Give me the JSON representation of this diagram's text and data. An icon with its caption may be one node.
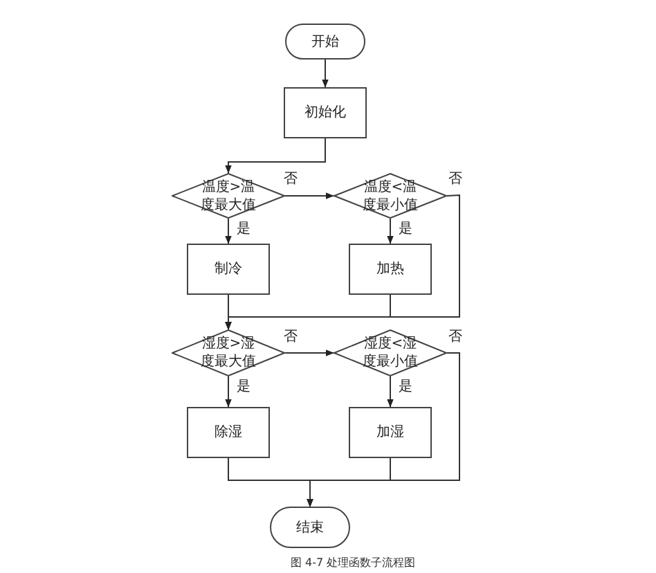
{
  "diagram": {
    "caption": "图 4-7  处理函数子流程图",
    "nodes": [
      {
        "text": [
          "开始"
        ]
      },
      {
        "text": [
          "初始化"
        ]
      },
      {
        "text": [
          "温度>温度最大值"
        ]
      },
      {
        "text": [
          "温度<温度最小值"
        ]
      },
      {
        "text": [
          "制冷"
        ]
      },
      {
        "text": [
          "加热"
        ]
      },
      {
        "text": [
          "湿度>湿度最大值"
        ]
      },
      {
        "text": [
          "湿度<湿度最小值"
        ]
      },
      {
        "text": [
          "除湿"
        ]
      },
      {
        "text": [
          "加湿"
        ]
      },
      {
        "text": [
          "结束"
        ]
      }
    ],
    "edges": [
      {
        "from": 0,
        "to": 1,
        "arrow": "to"
      },
      {
        "from": 1,
        "to": 2,
        "arrow": "to"
      },
      {
        "from": 2,
        "to": 4,
        "arrow": "to",
        "label": "是"
      },
      {
        "from": 2,
        "to": 3,
        "arrow": "to",
        "label": "否"
      },
      {
        "from": 3,
        "to": 5,
        "arrow": "to",
        "label": "是"
      },
      {
        "from": 4,
        "to": 6,
        "arrow": "to"
      },
      {
        "from": 5,
        "to": 6,
        "arrow": "to"
      },
      {
        "from": 3,
        "to": 6,
        "arrow": "to",
        "label": "否"
      },
      {
        "from": 6,
        "to": 8,
        "arrow": "to",
        "label": "是"
      },
      {
        "from": 6,
        "to": 7,
        "arrow": "to",
        "label": "否"
      },
      {
        "from": 7,
        "to": 9,
        "arrow": "to",
        "label": "是"
      },
      {
        "from": 8,
        "to": 10,
        "arrow": "to"
      },
      {
        "from": 9,
        "to": 10,
        "arrow": "to"
      },
      {
        "from": 7,
        "to": 10,
        "arrow": "to",
        "label": "否"
      }
    ]
  }
}
